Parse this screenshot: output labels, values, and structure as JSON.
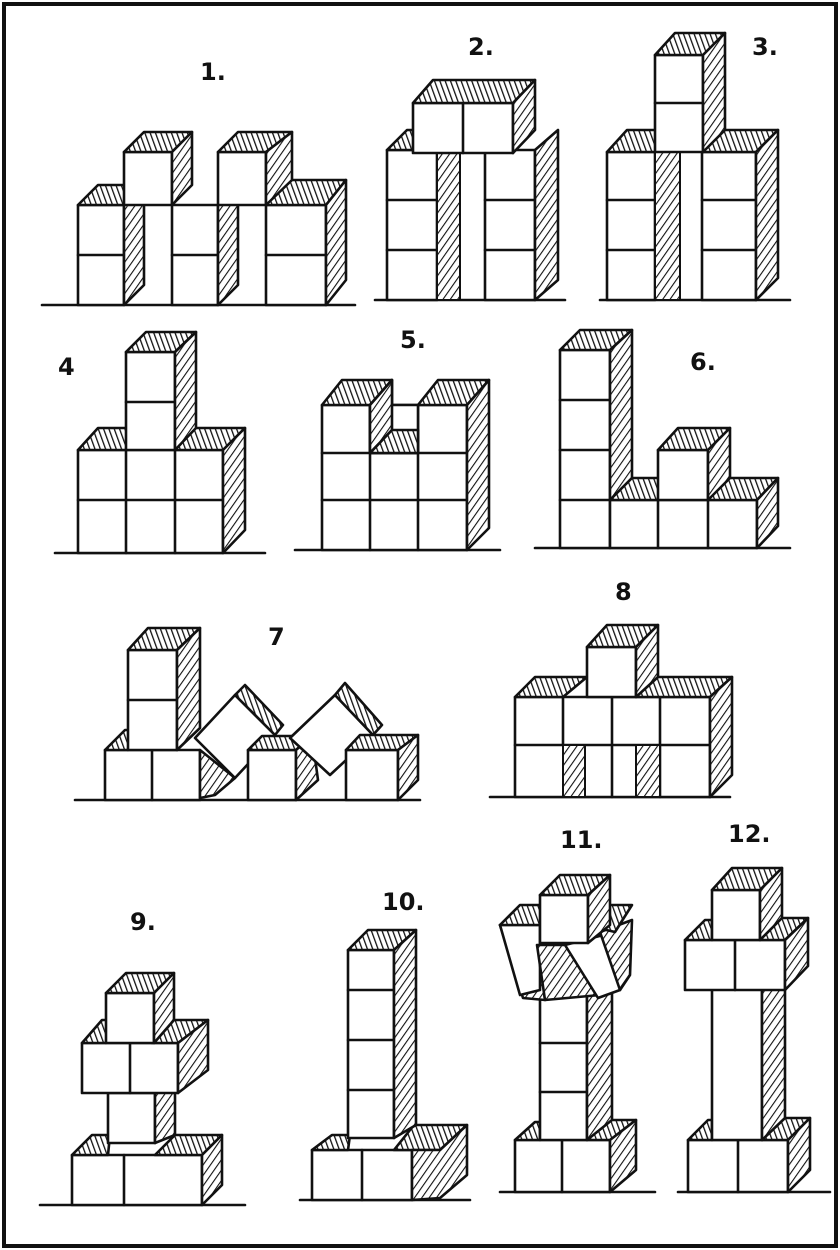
{
  "figure": {
    "labels": [
      "1.",
      "2.",
      "3.",
      "4",
      "5.",
      "6.",
      "7",
      "8",
      "9.",
      "10.",
      "11.",
      "12."
    ]
  }
}
